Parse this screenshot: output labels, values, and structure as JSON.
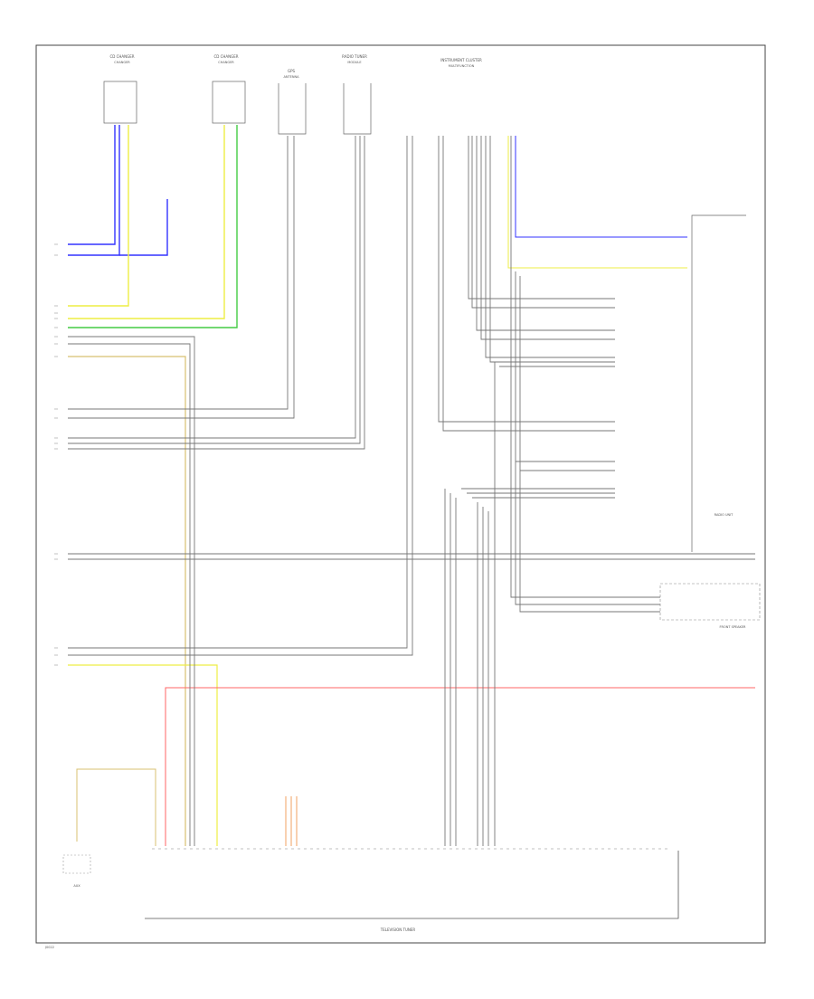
{
  "diagram": {
    "colors": {
      "frame": "#444444",
      "wire": "#777777",
      "blue": "#3333ff",
      "yellow": "#eeee44",
      "green": "#44cc44",
      "tan": "#d8c070",
      "red": "#ff6666",
      "orange": "#f0a060"
    },
    "top_connectors": [
      {
        "label": "CD CHANGER",
        "sub": "CHANGER"
      },
      {
        "label": "CD CHANGER",
        "sub": "CHANGER"
      },
      {
        "label": "GPS",
        "sub": "ANTENNA"
      },
      {
        "label": "RADIO TUNER",
        "sub": "MODULE"
      },
      {
        "label": "INSTRUMENT CLUSTER",
        "sub": "MULTIFUNCTION"
      }
    ],
    "right_box_title": "RADIO UNIT",
    "right_box_lower_title": "FRONT SPEAKER",
    "bottom_title": "TELEVISION TUNER",
    "bottom_left_label": "AUX",
    "footer_code": "J0022"
  }
}
